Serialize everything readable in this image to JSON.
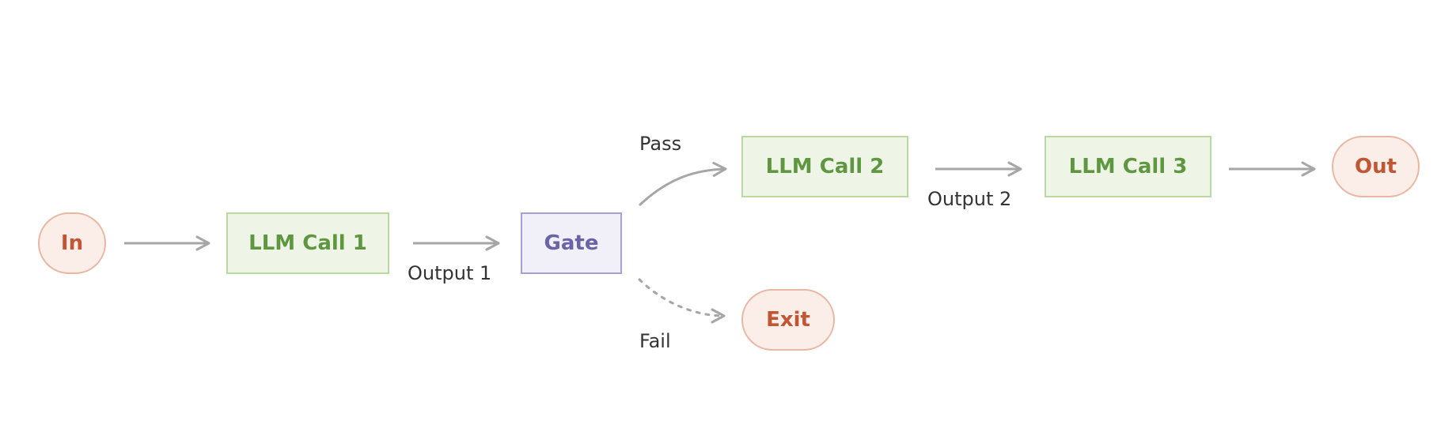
{
  "nodes": {
    "in": "In",
    "llm_call_1": "LLM Call 1",
    "gate": "Gate",
    "llm_call_2": "LLM Call 2",
    "llm_call_3": "LLM Call 3",
    "out": "Out",
    "exit": "Exit"
  },
  "edge_labels": {
    "output_1": "Output 1",
    "output_2": "Output 2",
    "pass": "Pass",
    "fail": "Fail"
  },
  "colors": {
    "terminal_fill": "#fbeee8",
    "terminal_text": "#c05634",
    "llm_fill": "#eef5e6",
    "llm_text": "#5f9640",
    "gate_fill": "#f1f0f8",
    "gate_text": "#6a63a8",
    "arrow": "#a6a6a6"
  }
}
